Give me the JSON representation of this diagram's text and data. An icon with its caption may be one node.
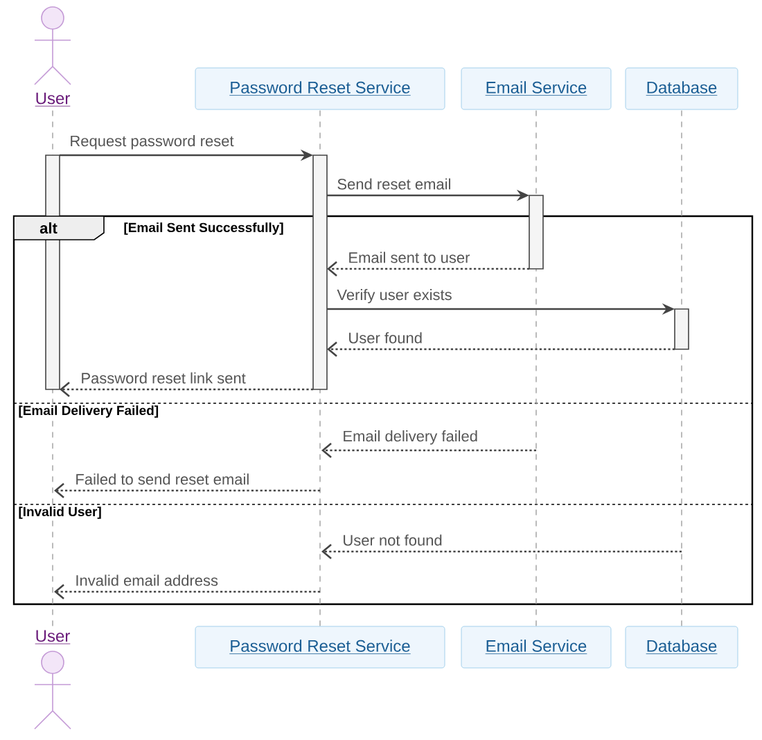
{
  "diagram": {
    "nodes": [
      {
        "text": [
          "User"
        ]
      },
      {
        "text": [
          "Password Reset Service"
        ]
      },
      {
        "text": [
          "Email Service"
        ]
      },
      {
        "text": [
          "Database"
        ]
      },
      {
        "text": [],
        "shape": "line"
      },
      {
        "text": [],
        "shape": "line"
      },
      {
        "text": [],
        "shape": "line"
      },
      {
        "text": [],
        "shape": "line"
      },
      {
        "text": [
          "User"
        ]
      },
      {
        "text": [
          "Password Reset Service"
        ]
      },
      {
        "text": [
          "Email Service"
        ]
      },
      {
        "text": [
          "Database"
        ]
      }
    ],
    "edges": [
      {
        "from": 4,
        "to": 5,
        "arrow": "to",
        "label": "Request password reset"
      },
      {
        "from": 5,
        "to": 6,
        "arrow": "to",
        "label": "Send reset email"
      },
      {
        "from": 6,
        "to": 5,
        "arrow": "to",
        "label": "Email sent to user",
        "style": "dashed"
      },
      {
        "from": 5,
        "to": 7,
        "arrow": "to",
        "label": "Verify user exists"
      },
      {
        "from": 7,
        "to": 5,
        "arrow": "to",
        "label": "User found",
        "style": "dashed"
      },
      {
        "from": 5,
        "to": 4,
        "arrow": "to",
        "label": "Password reset link sent",
        "style": "dashed"
      },
      {
        "from": 6,
        "to": 5,
        "arrow": "to",
        "label": "Email delivery failed",
        "style": "dashed"
      },
      {
        "from": 5,
        "to": 4,
        "arrow": "to",
        "label": "Failed to send reset email",
        "style": "dashed"
      },
      {
        "from": 7,
        "to": 5,
        "arrow": "to",
        "label": "User not found",
        "style": "dashed"
      },
      {
        "from": 5,
        "to": 4,
        "arrow": "to",
        "label": "Invalid email address",
        "style": "dashed"
      }
    ],
    "labels": [
      "alt",
      "[Email Sent Successfully]",
      "[Email Delivery Failed]",
      "[Invalid User]"
    ]
  }
}
